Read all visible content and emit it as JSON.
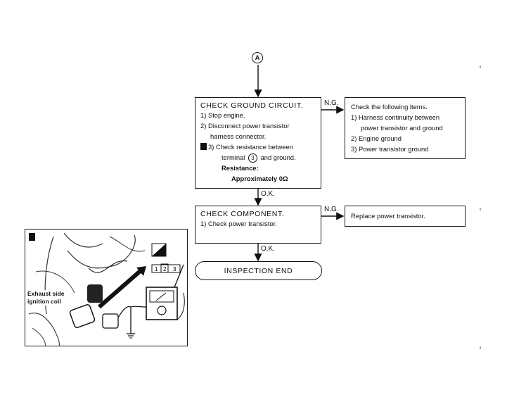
{
  "connector": {
    "label": "A"
  },
  "ground_check": {
    "title": "CHECK GROUND CIRCUIT.",
    "steps": [
      "1) Stop engine.",
      "2) Disconnect power transistor",
      "harness connector.",
      "3) Check resistance between",
      "terminal",
      "3",
      "and ground.",
      "Resistance:",
      "Approximately 0Ω"
    ]
  },
  "ng_items": {
    "label": "N.G.",
    "heading": "Check the following items.",
    "items": [
      "1) Harness continuity between",
      "power transistor and ground",
      "2) Engine ground",
      "3) Power transistor ground"
    ]
  },
  "ok_1": "O.K.",
  "component_check": {
    "title": "CHECK COMPONENT.",
    "steps": [
      "1) Check power transistor."
    ]
  },
  "ng_replace": {
    "label": "N.G.",
    "text": "Replace power transistor."
  },
  "ok_2": "O.K.",
  "end": "INSPECTION END",
  "illustration": {
    "caption_1": "Exhaust side",
    "caption_2": "ignition coil",
    "terminals": [
      "1",
      "2",
      "3"
    ]
  }
}
